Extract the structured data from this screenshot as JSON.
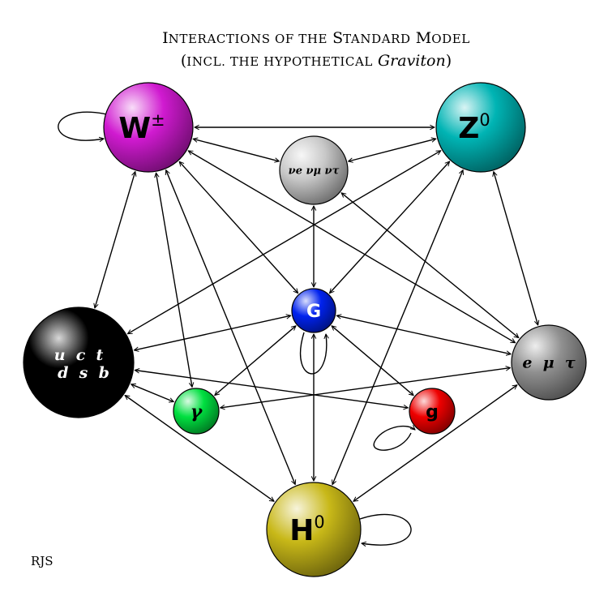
{
  "title": {
    "line1_prefix": "I",
    "line1_smallcaps": "NTERACTIONS OF THE",
    "line1_s": "S",
    "line1_tandard": "TANDARD",
    "line1_m": "M",
    "line1_odel": "ODEL",
    "line2_open": "(",
    "line2_smallcaps": "INCL. THE HYPOTHETICAL",
    "line2_italic": "Graviton",
    "line2_close": ")"
  },
  "credit": "RJS",
  "colors": {
    "W": "#d01ad0",
    "Z": "#00b4b4",
    "nu": "#c8c8c8",
    "quarks": "#000000",
    "G": "#0022ee",
    "leptons": "#909090",
    "gamma": "#00e040",
    "gluon": "#ee0000",
    "H": "#c8b818"
  },
  "nodes": [
    {
      "id": "W",
      "name": "w-boson",
      "main": "W",
      "sup": "±"
    },
    {
      "id": "Z",
      "name": "z-boson",
      "main": "Z",
      "sup": "0"
    },
    {
      "id": "nu",
      "name": "neutrinos",
      "line1": "νe νμ ντ"
    },
    {
      "id": "quarks",
      "name": "quarks",
      "line1": "u  c  t",
      "line2": "d  s  b"
    },
    {
      "id": "G",
      "name": "graviton",
      "main": "G"
    },
    {
      "id": "leptons",
      "name": "charged-leptons",
      "line1": "e  μ  τ"
    },
    {
      "id": "gamma",
      "name": "photon",
      "main": "γ"
    },
    {
      "id": "gluon",
      "name": "gluon",
      "main": "g"
    },
    {
      "id": "H",
      "name": "higgs",
      "main": "H",
      "sup": "0"
    }
  ],
  "edges": [
    [
      "W",
      "Z"
    ],
    [
      "W",
      "nu"
    ],
    [
      "W",
      "quarks"
    ],
    [
      "W",
      "G"
    ],
    [
      "W",
      "leptons"
    ],
    [
      "W",
      "gamma"
    ],
    [
      "W",
      "H"
    ],
    [
      "Z",
      "nu"
    ],
    [
      "Z",
      "quarks"
    ],
    [
      "Z",
      "G"
    ],
    [
      "Z",
      "leptons"
    ],
    [
      "Z",
      "H"
    ],
    [
      "nu",
      "G"
    ],
    [
      "nu",
      "leptons"
    ],
    [
      "quarks",
      "G"
    ],
    [
      "quarks",
      "gamma"
    ],
    [
      "quarks",
      "gluon"
    ],
    [
      "quarks",
      "H"
    ],
    [
      "G",
      "leptons"
    ],
    [
      "G",
      "gamma"
    ],
    [
      "G",
      "gluon"
    ],
    [
      "G",
      "H"
    ],
    [
      "leptons",
      "gamma"
    ],
    [
      "leptons",
      "H"
    ]
  ],
  "self_loops": [
    "W",
    "G",
    "gluon",
    "H"
  ]
}
